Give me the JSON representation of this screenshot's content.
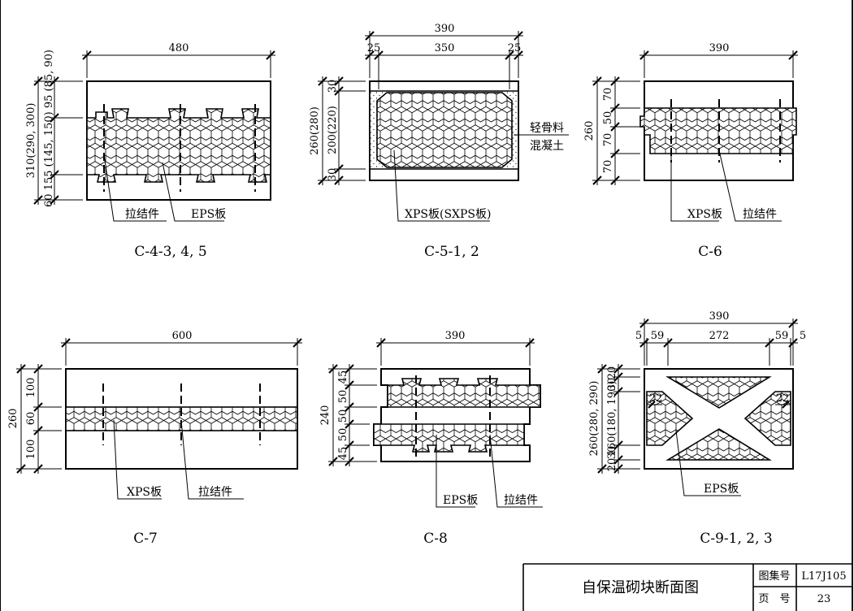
{
  "colors": {
    "ink": "#000000",
    "paper": "#ffffff"
  },
  "diagrams": {
    "c4": {
      "caption": "C-4-3, 4, 5",
      "dim_top": "480",
      "dim_left": [
        "310(290, 300)",
        "60 155 (145, 150) 95 (85, 90)"
      ],
      "labels": [
        "拉结件",
        "EPS板"
      ]
    },
    "c5": {
      "caption": "C-5-1, 2",
      "dim_top": [
        "390",
        "25",
        "350",
        "25"
      ],
      "dim_left": [
        "260(280)",
        "30",
        "200(220)",
        "30"
      ],
      "side_label": [
        "轻骨料",
        "混凝土"
      ],
      "labels": [
        "XPS板(SXPS板)"
      ]
    },
    "c6": {
      "caption": "C-6",
      "dim_top": "390",
      "dim_left": [
        "260",
        "70",
        "50",
        "70",
        "70"
      ],
      "labels": [
        "XPS板",
        "拉结件"
      ]
    },
    "c7": {
      "caption": "C-7",
      "dim_top": "600",
      "dim_left": [
        "260",
        "100",
        "60",
        "100"
      ],
      "labels": [
        "XPS板",
        "拉结件"
      ]
    },
    "c8": {
      "caption": "C-8",
      "dim_top": "390",
      "dim_left": [
        "240",
        "45",
        "50",
        "50",
        "50",
        "45"
      ],
      "labels": [
        "EPS板",
        "拉结件"
      ]
    },
    "c9": {
      "caption": "C-9-1, 2, 3",
      "dim_top": [
        "390",
        "5",
        "59",
        "272",
        "59",
        "5"
      ],
      "dim_left": [
        "260(280, 290)",
        "20",
        "30",
        "160(180, 190)",
        "30",
        "20"
      ],
      "inner": [
        "22",
        "22"
      ],
      "labels": [
        "EPS板"
      ]
    }
  },
  "title_block": {
    "title": "自保温砌块断面图",
    "atlas_label": "图集号",
    "atlas_value": "L17J105",
    "page_label": "页　号",
    "page_value": "23"
  }
}
